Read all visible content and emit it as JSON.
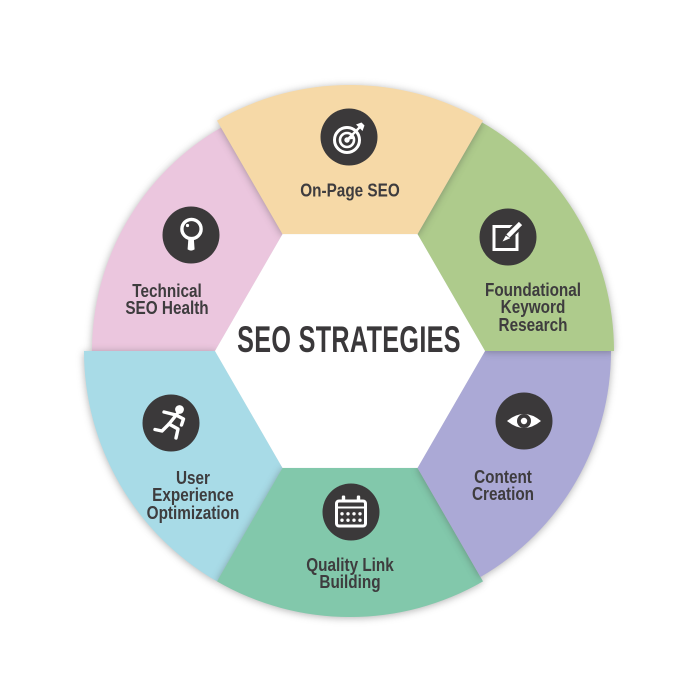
{
  "title": "SEO STRATEGIES",
  "colors": {
    "icon_circle": "#3B393A",
    "text": "#3E3C3E",
    "center_fill": "#FFFFFF",
    "background": "#FFFFFF"
  },
  "segments": [
    {
      "id": "on-page-seo",
      "label": "On-Page SEO",
      "color": "#F6D9A7",
      "icon": "target-icon",
      "position": "top"
    },
    {
      "id": "foundational-keyword-research",
      "label": "Foundational\nKeyword\nResearch",
      "color": "#AECB8C",
      "icon": "pencil-edit-icon",
      "position": "top-right"
    },
    {
      "id": "content-creation",
      "label": "Content\nCreation",
      "color": "#ABA9D6",
      "icon": "eye-icon",
      "position": "bottom-right"
    },
    {
      "id": "quality-link-building",
      "label": "Quality Link\nBuilding",
      "color": "#82C8AB",
      "icon": "calendar-icon",
      "position": "bottom"
    },
    {
      "id": "user-experience-optimization",
      "label": "User\nExperience\nOptimization",
      "color": "#A8DBE7",
      "icon": "runner-icon",
      "position": "bottom-left"
    },
    {
      "id": "technical-seo-health",
      "label": "Technical\nSEO Health",
      "color": "#EBC6DE",
      "icon": "magnifier-icon",
      "position": "top-left"
    }
  ]
}
